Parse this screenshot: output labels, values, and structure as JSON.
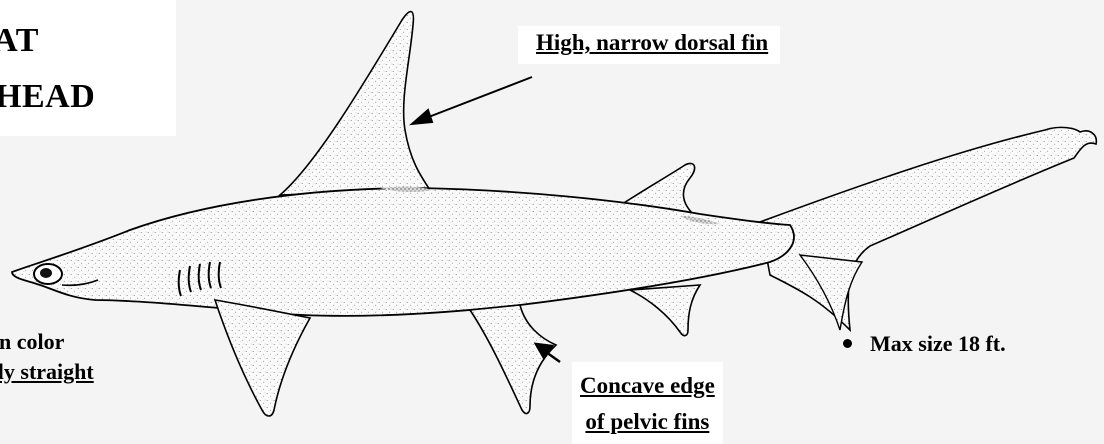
{
  "title": {
    "line1": "EAT",
    "line2": "RHEAD"
  },
  "callouts": {
    "dorsal": "High, narrow dorsal fin",
    "pelvic_line1": "Concave edge",
    "pelvic_line2": "of pelvic fins"
  },
  "notes": {
    "color": "vn color",
    "straight": "rly straight",
    "size": "Max size 18 ft."
  },
  "colors": {
    "background": "#f4f4f4",
    "label_background": "#ffffff",
    "ink": "#000000"
  }
}
